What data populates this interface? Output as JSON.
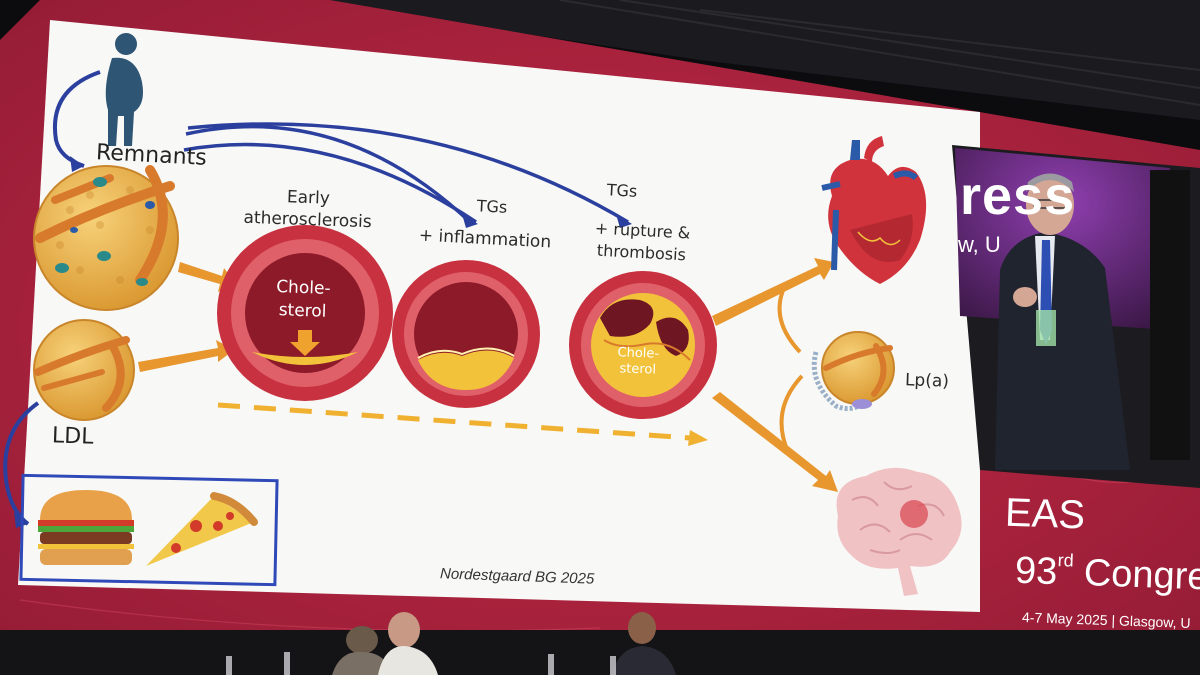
{
  "slide": {
    "remnants_label": "Remnants",
    "ldl_label": "LDL",
    "stage1_title": "Early\natherosclerosis",
    "stage1_inner_label": "Chole-\nsterol",
    "stage2_tg_label": "TGs",
    "stage2_title": "+ inflammation",
    "stage3_tg_label": "TGs",
    "stage3_title": "+ rupture &\nthrombosis",
    "stage3_inner_label": "Chole-\nsterol",
    "lpa_label": "Lp(a)",
    "citation": "Nordestgaard BG 2025"
  },
  "branding": {
    "video_brand": "ress",
    "video_sub": "w, U",
    "society": "EAS",
    "congress_number": "93",
    "congress_suffix": "rd",
    "congress_word": "Congre",
    "dates": "4-7 May 2025 | Glasgow, U"
  },
  "colors": {
    "screen_background": "#b8233f",
    "slide_background": "#f7f7f5",
    "artery_outer": "#c8313f",
    "artery_lumen": "#8c1a28",
    "plaque": "#f2c23a",
    "arrow_orange": "#e8962e",
    "arrow_blue": "#2b3f9e",
    "food_box_border": "#2f49b8"
  },
  "icons": [
    "person-silhouette-icon",
    "remnant-particle-icon",
    "ldl-particle-icon",
    "burger-icon",
    "pizza-slice-icon",
    "heart-icon",
    "brain-icon",
    "lpa-particle-icon"
  ]
}
